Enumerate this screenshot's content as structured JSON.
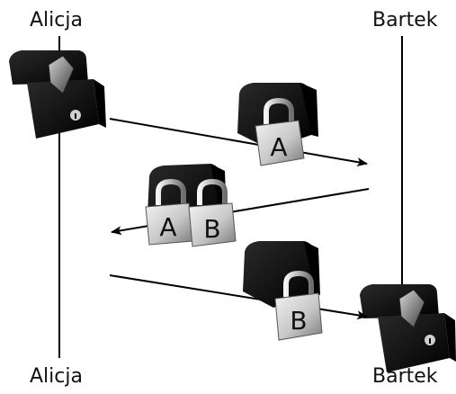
{
  "participants": {
    "left_name_top": "Alicja",
    "right_name_top": "Bartek",
    "left_name_bottom": "Alicja",
    "right_name_bottom": "Bartek"
  },
  "messages": [
    {
      "direction": "left-to-right",
      "locks": [
        "A"
      ]
    },
    {
      "direction": "right-to-left",
      "locks": [
        "A",
        "B"
      ]
    },
    {
      "direction": "left-to-right",
      "locks": [
        "B"
      ]
    }
  ],
  "colors": {
    "line": "#000000",
    "box": "#0d0d0d",
    "lock_body_light": "#e6e6e6",
    "lock_body_dark": "#8c8c8c",
    "gem": "#7f7f7f"
  }
}
